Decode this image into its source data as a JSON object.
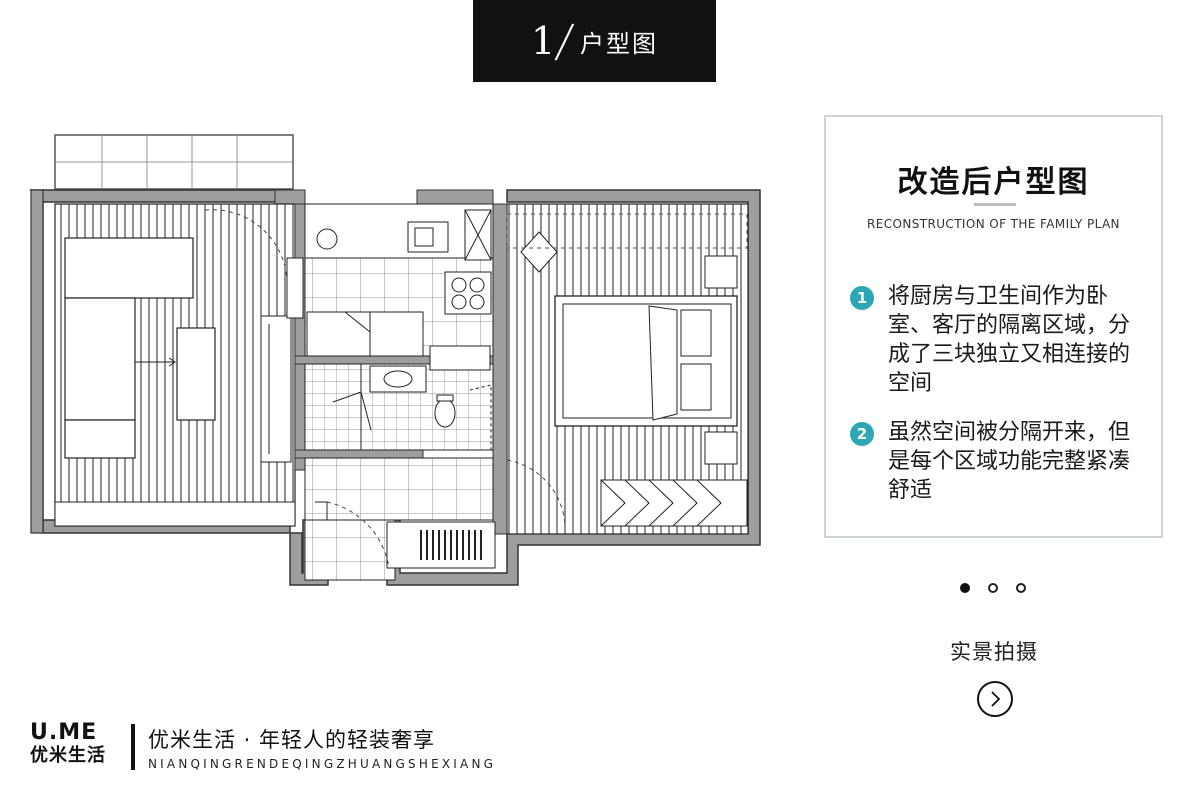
{
  "header": {
    "number": "1",
    "slash": "/",
    "title": "户型图"
  },
  "info_card": {
    "title": "改造后户型图",
    "subtitle": "RECONSTRUCTION OF THE FAMILY PLAN",
    "points": [
      {
        "badge": "1",
        "text": "将厨房与卫生间作为卧室、客厅的隔离区域，分成了三块独立又相连接的空间"
      },
      {
        "badge": "2",
        "text": "虽然空间被分隔开来，但是每个区域功能完整紧凑舒适"
      }
    ],
    "accent_color": "#2ea7b5"
  },
  "carousel": {
    "active_index": 0,
    "count": 3
  },
  "live_photo": {
    "label": "实景拍摄",
    "button_icon": "chevron-right-icon"
  },
  "brand": {
    "logo_top": "U.ME",
    "logo_bottom": "优米生活",
    "slogan": "优米生活 · 年轻人的轻装奢享",
    "slogan_en": "NIANQINGRENDEQINGZHUANGSHEXIANG"
  },
  "floor_plan": {
    "icon": "floor-plan-drawing"
  }
}
